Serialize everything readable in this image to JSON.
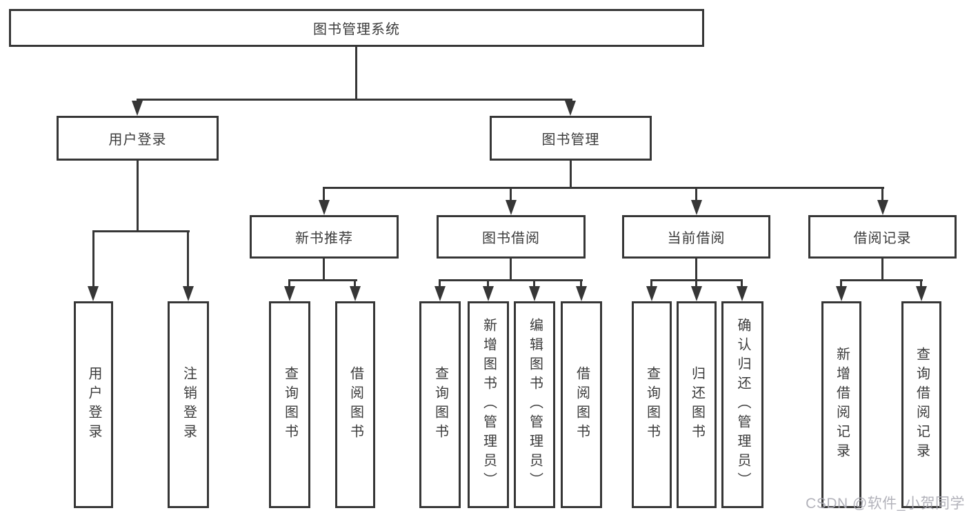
{
  "diagram": {
    "title": "图书管理系统",
    "root": {
      "label": "图书管理系统"
    },
    "branches": [
      {
        "label": "用户登录",
        "children": [
          {
            "label": "用户登录"
          },
          {
            "label": "注销登录"
          }
        ]
      },
      {
        "label": "图书管理",
        "children": [
          {
            "label": "新书推荐",
            "children": [
              {
                "label": "查询图书"
              },
              {
                "label": "借阅图书"
              }
            ]
          },
          {
            "label": "图书借阅",
            "children": [
              {
                "label": "查询图书"
              },
              {
                "label": "新增图书（管理员）"
              },
              {
                "label": "编辑图书（管理员）"
              },
              {
                "label": "借阅图书"
              }
            ]
          },
          {
            "label": "当前借阅",
            "children": [
              {
                "label": "查询图书"
              },
              {
                "label": "归还图书"
              },
              {
                "label": "确认归还（管理员）"
              }
            ]
          },
          {
            "label": "借阅记录",
            "children": [
              {
                "label": "新增借阅记录"
              },
              {
                "label": "查询借阅记录"
              }
            ]
          }
        ]
      }
    ]
  },
  "watermark": {
    "text": "CSDN @软件_小贺同学"
  },
  "colors": {
    "line": "#363636",
    "text": "#3b3b3b",
    "watermark": "#aaaab2",
    "background": "#ffffff"
  }
}
